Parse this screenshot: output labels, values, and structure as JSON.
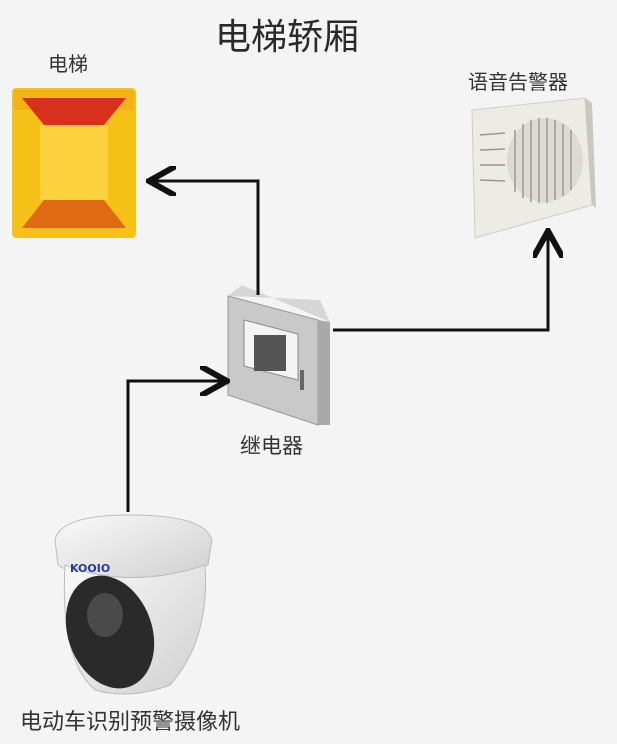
{
  "title": "电梯轿厢",
  "nodes": {
    "elevator": "电梯",
    "speaker": "语音告警器",
    "relay": "继电器",
    "camera": "电动车识别预警摄像机"
  },
  "camera_logo": "KOOIO",
  "edges": [
    {
      "from": "relay",
      "to": "elevator"
    },
    {
      "from": "camera",
      "to": "relay"
    },
    {
      "from": "relay",
      "to": "speaker"
    }
  ]
}
